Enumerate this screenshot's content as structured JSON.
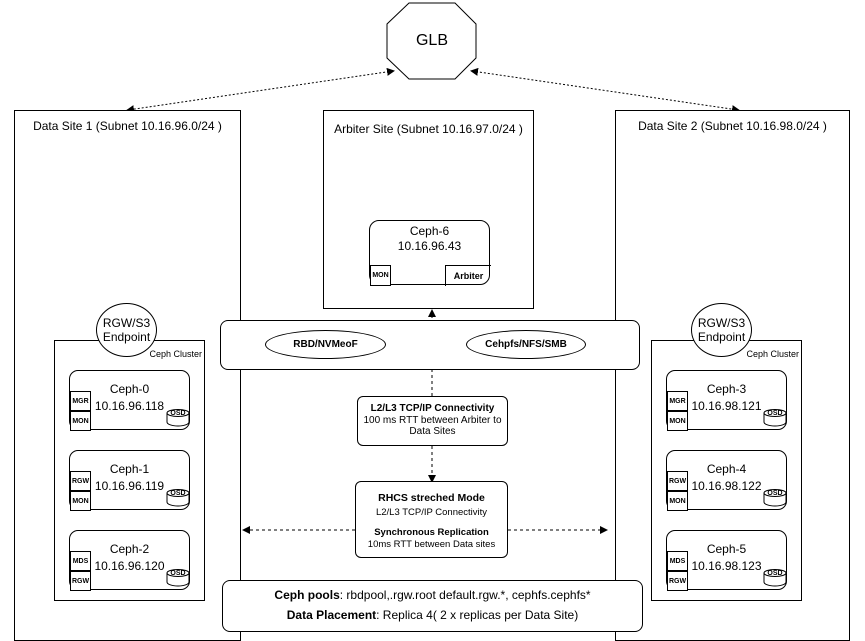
{
  "glb": {
    "label": "GLB"
  },
  "site1": {
    "title": "Data Site 1 (Subnet 10.16.96.0/24 )",
    "endpoint": {
      "line1": "RGW/S3",
      "line2": "Endpoint"
    },
    "cluster_label": "Ceph Cluster",
    "nodes": [
      {
        "name": "Ceph-0",
        "ip": "10.16.96.118",
        "services": [
          "MGR",
          "MON"
        ],
        "osd": "OSD"
      },
      {
        "name": "Ceph-1",
        "ip": "10.16.96.119",
        "services": [
          "RGW",
          "MON"
        ],
        "osd": "OSD"
      },
      {
        "name": "Ceph-2",
        "ip": "10.16.96.120",
        "services": [
          "MDS",
          "RGW"
        ],
        "osd": "OSD"
      }
    ]
  },
  "site2": {
    "title": "Data Site 2 (Subnet 10.16.98.0/24 )",
    "endpoint": {
      "line1": "RGW/S3",
      "line2": "Endpoint"
    },
    "cluster_label": "Ceph Cluster",
    "nodes": [
      {
        "name": "Ceph-3",
        "ip": "10.16.98.121",
        "services": [
          "MGR",
          "MON"
        ],
        "osd": "OSD"
      },
      {
        "name": "Ceph-4",
        "ip": "10.16.98.122",
        "services": [
          "RGW",
          "MON"
        ],
        "osd": "OSD"
      },
      {
        "name": "Ceph-5",
        "ip": "10.16.98.123",
        "services": [
          "MDS",
          "RGW"
        ],
        "osd": "OSD"
      }
    ]
  },
  "arbiter": {
    "title": "Arbiter Site (Subnet 10.16.97.0/24 )",
    "node": {
      "name": "Ceph-6",
      "ip": "10.16.96.43",
      "service": "MON",
      "role": "Arbiter"
    }
  },
  "protocols": {
    "left": "RBD/NVMeoF",
    "right": "Cehpfs/NFS/SMB"
  },
  "connectivity": {
    "title": "L2/L3 TCP/IP Connectivity",
    "line1": "100 ms RTT between Arbiter to",
    "line2": "Data Sites"
  },
  "rhcs": {
    "title": "RHCS streched Mode",
    "sub": "L2/L3 TCP/IP Connectivity",
    "sync_title": "Synchronous Replication",
    "sync_sub": "10ms RTT between Data sites"
  },
  "pools": {
    "pools_label": "Ceph pools",
    "pools_value": ": rbdpool,.rgw.root default.rgw.*, cephfs.cephfs*",
    "placement_label": "Data Placement",
    "placement_value": ": Replica 4( 2 x replicas per Data Site)"
  }
}
